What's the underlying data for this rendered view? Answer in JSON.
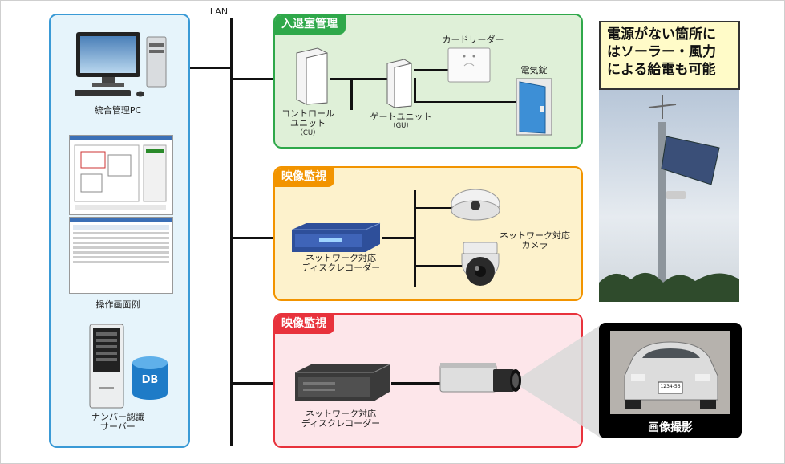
{
  "lan_label": "LAN",
  "left_column": {
    "pc_label": "統合管理PC",
    "screens_label": "操作画面例",
    "server_label_line1": "ナンバー認識",
    "server_label_line2": "サーバー",
    "db_label": "DB"
  },
  "access_panel": {
    "title": "入退室管理",
    "color": "#2fa84a",
    "control_unit_line1": "コントロール",
    "control_unit_line2": "ユニット",
    "control_unit_abbr": "（CU）",
    "gate_unit": "ゲートユニット",
    "gate_unit_abbr": "（GU）",
    "card_reader": "カードリーダー",
    "electric_lock": "電気錠"
  },
  "video_panel_1": {
    "title": "映像監視",
    "color": "#f29400",
    "camera_line1": "ネットワーク対応",
    "camera_line2": "カメラ",
    "recorder_line1": "ネットワーク対応",
    "recorder_line2": "ディスクレコーダー"
  },
  "video_panel_2": {
    "title": "映像監視",
    "color": "#e8323c",
    "recorder_line1": "ネットワーク対応",
    "recorder_line2": "ディスクレコーダー"
  },
  "solar_callout": {
    "line1": "電源がない箇所に",
    "line2": "はソーラー・風力",
    "line3": "による給電も可能"
  },
  "capture": {
    "label": "画像撮影",
    "plate_text": "1234-56"
  }
}
